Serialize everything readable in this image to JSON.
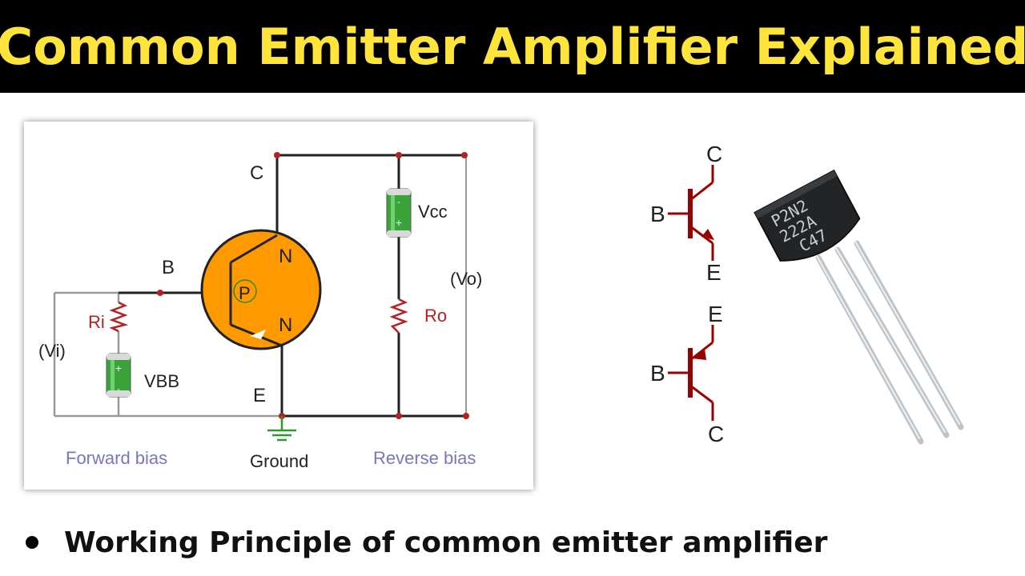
{
  "header": {
    "title": "Common Emitter Amplifier Explained"
  },
  "circuit": {
    "terminal_c": "C",
    "terminal_b": "B",
    "terminal_e": "E",
    "region_n_top": "N",
    "region_p": "P",
    "region_n_bottom": "N",
    "vcc_label": "Vcc",
    "vo_label": "(Vo)",
    "ro_label": "Ro",
    "ri_label": "Ri",
    "vi_label": "(Vi)",
    "vbb_label": "VBB",
    "forward_bias_label": "Forward bias",
    "ground_label": "Ground",
    "reverse_bias_label": "Reverse bias"
  },
  "symbols": {
    "npn": {
      "c": "C",
      "b": "B",
      "e": "E"
    },
    "pnp": {
      "e": "E",
      "b": "B",
      "c": "C"
    }
  },
  "transistor_photo": {
    "marking_line1": "P2N2",
    "marking_line2": "222A",
    "marking_line3": "C47"
  },
  "footer": {
    "bullet_text": "Working Principle of common emitter amplifier"
  },
  "colors": {
    "title_yellow": "#ffe53b",
    "transistor_orange": "#ff9900",
    "node_red": "#b22222",
    "bias_label_purple": "#7777bb",
    "symbol_darkred": "#990000",
    "battery_green": "#3aa33a"
  }
}
